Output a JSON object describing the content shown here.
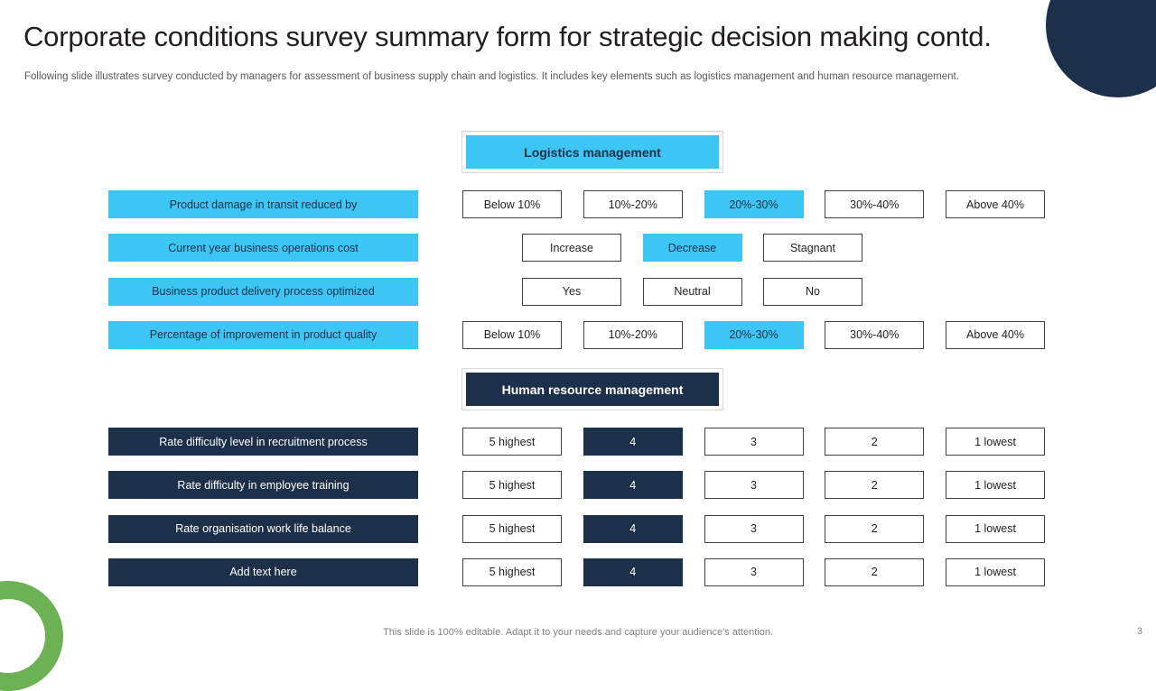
{
  "header": {
    "title": "Corporate conditions survey summary form for strategic decision making contd.",
    "subtitle": "Following slide illustrates survey conducted by managers for assessment of business supply chain and logistics. It includes key elements such as logistics management and human resource management."
  },
  "colors": {
    "accent_blue": "#3dc5f3",
    "navy": "#1c3049",
    "green": "#6cb153",
    "text_dark": "#231f20",
    "text_muted": "#808184"
  },
  "sections": [
    {
      "id": "logistics-management",
      "banner_label": "Logistics management",
      "style": "blue",
      "rows": [
        {
          "label": "Product damage in transit reduced by",
          "layout": "cols5",
          "options": [
            "Below 10%",
            "10%-20%",
            "20%-30%",
            "30%-40%",
            "Above 40%"
          ],
          "selected_index": 2
        },
        {
          "label": "Current year business operations cost",
          "layout": "cols3",
          "options": [
            "Increase",
            "Decrease",
            "Stagnant"
          ],
          "selected_index": 1
        },
        {
          "label": "Business product delivery process optimized",
          "layout": "cols3",
          "options": [
            "Yes",
            "Neutral",
            "No"
          ],
          "selected_index": -1
        },
        {
          "label": "Percentage of improvement in product quality",
          "layout": "cols5",
          "options": [
            "Below 10%",
            "10%-20%",
            "20%-30%",
            "30%-40%",
            "Above 40%"
          ],
          "selected_index": 2
        }
      ]
    },
    {
      "id": "human-resource-management",
      "banner_label": "Human resource management",
      "style": "navy",
      "rows": [
        {
          "label": "Rate difficulty level  in recruitment process",
          "layout": "cols5",
          "options": [
            "5 highest",
            "4",
            "3",
            "2",
            "1 lowest"
          ],
          "selected_index": 1
        },
        {
          "label": "Rate difficulty in employee training",
          "layout": "cols5",
          "options": [
            "5 highest",
            "4",
            "3",
            "2",
            "1 lowest"
          ],
          "selected_index": 1
        },
        {
          "label": "Rate organisation work life balance",
          "layout": "cols5",
          "options": [
            "5 highest",
            "4",
            "3",
            "2",
            "1 lowest"
          ],
          "selected_index": 1
        },
        {
          "label": "Add text here",
          "layout": "cols5",
          "options": [
            "5 highest",
            "4",
            "3",
            "2",
            "1 lowest"
          ],
          "selected_index": 1
        }
      ]
    }
  ],
  "footer": {
    "note": "This slide is 100% editable. Adapt it to your needs and capture your audience's attention.",
    "page_number": "3"
  }
}
